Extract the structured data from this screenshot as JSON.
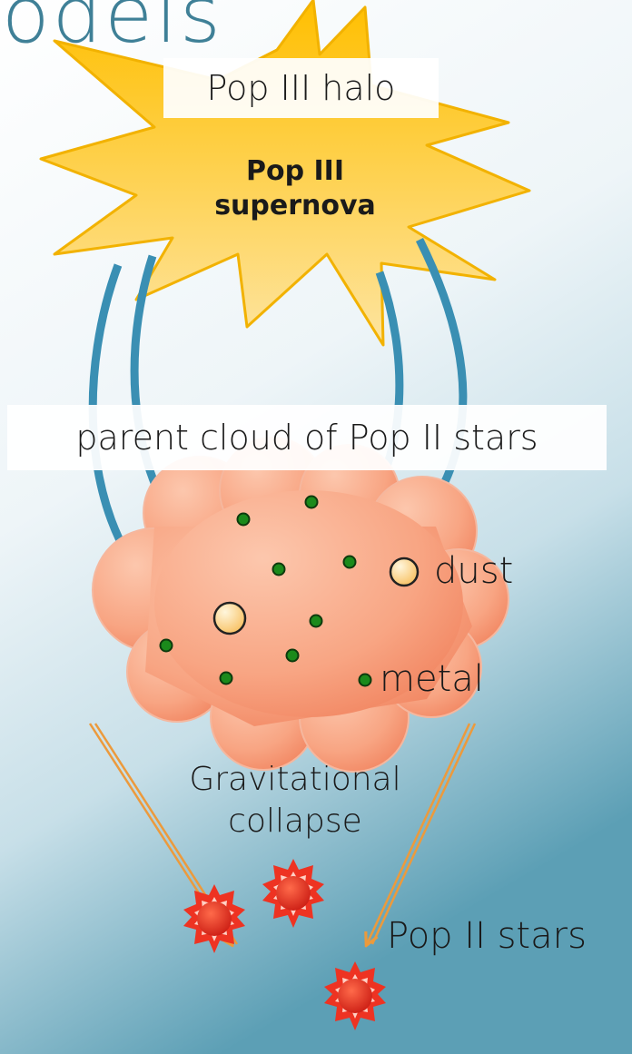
{
  "title_fragment": "odels",
  "labels": {
    "halo": "Pop III halo",
    "supernova": "Pop III supernova",
    "cloud": "parent cloud of Pop II stars",
    "dust": "dust",
    "metal": "metal",
    "collapse": "Gravitational collapse",
    "stars": "Pop II stars"
  },
  "colors": {
    "background_top": "#ffffff",
    "background_bottom": "#5fa3b8",
    "title": "#3f8097",
    "supernova": "#ffc20e",
    "arrows_blue": "#3a8fb3",
    "cloud": "#f7a07e",
    "metal_dot": "#1b8a1b",
    "dust_grain": "#fcd08a",
    "collapse_arrows": "#ec9a3c",
    "stars": "#e8281c"
  },
  "icons": [
    "supernova-burst",
    "metal-dot",
    "dust-grain",
    "star-icon"
  ]
}
